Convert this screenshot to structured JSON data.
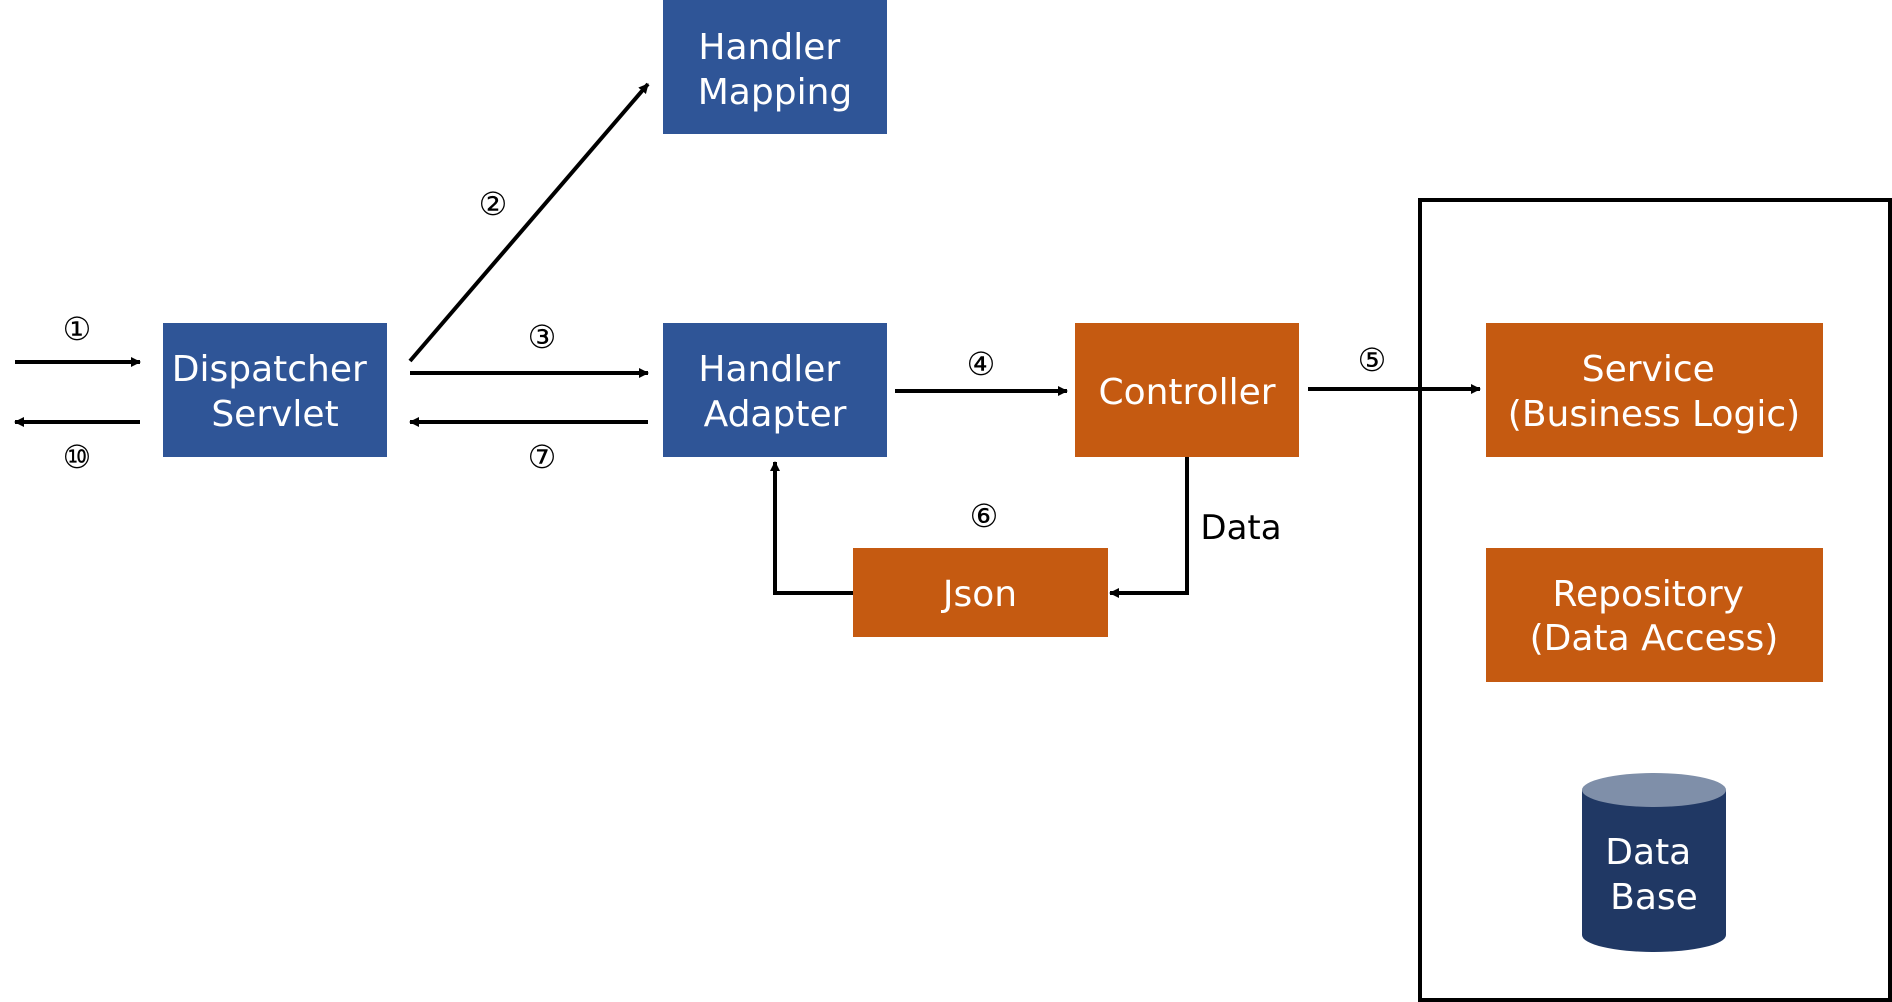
{
  "colors": {
    "blue_box": "#2F5597",
    "orange_box": "#C55A11",
    "db_body": "#203864",
    "db_top": "#7F8FA9",
    "arrow": "#000000",
    "container_border": "#000000"
  },
  "boxes": {
    "dispatcher": [
      "Dispatcher",
      "Servlet"
    ],
    "handler_mapping": [
      "Handler",
      "Mapping"
    ],
    "handler_adapter": [
      "Handler",
      "Adapter"
    ],
    "controller": [
      "Controller"
    ],
    "json": [
      "Json"
    ],
    "service": [
      "Service",
      "(Business Logic)"
    ],
    "repository": [
      "Repository",
      "(Data Access)"
    ],
    "database": [
      "Data",
      "Base"
    ]
  },
  "labels": {
    "data": "Data"
  },
  "steps": {
    "s1": "①",
    "s2": "②",
    "s3": "③",
    "s4": "④",
    "s5": "⑤",
    "s6": "⑥",
    "s7": "⑦",
    "s10": "⑩"
  }
}
